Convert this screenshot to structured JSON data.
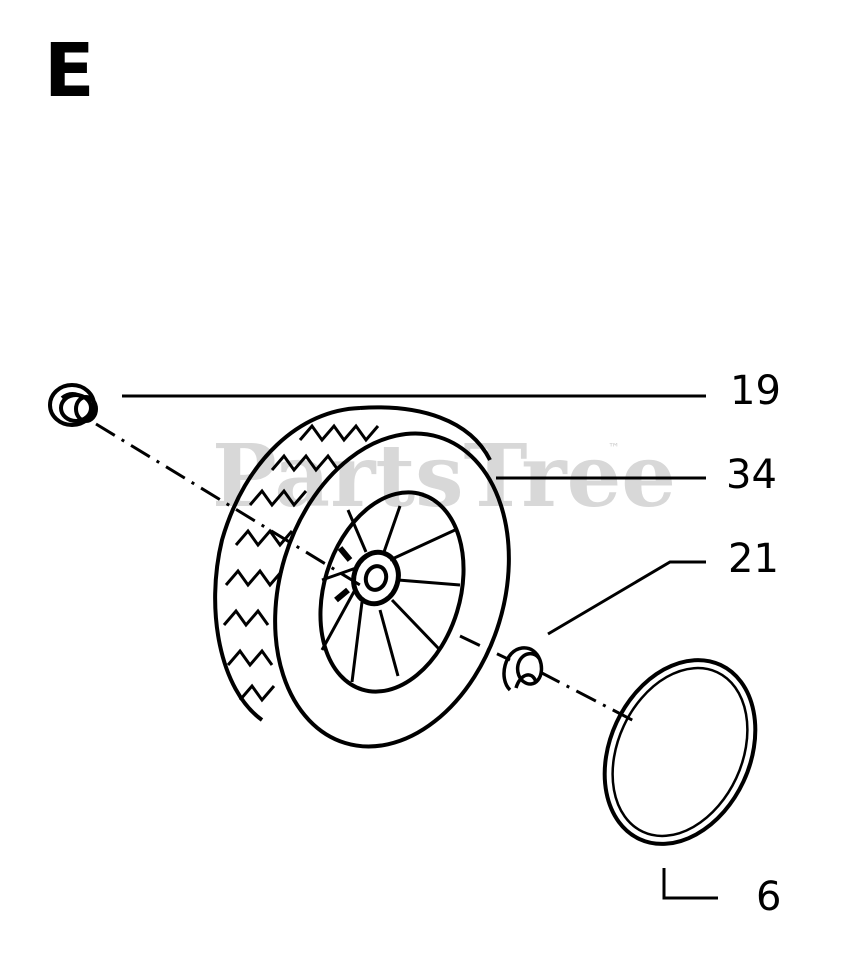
{
  "diagram": {
    "section_letter": "E",
    "watermark": "PartsTree",
    "watermark_tm": "™",
    "callouts": [
      {
        "number": "19",
        "part": "wheel-cap"
      },
      {
        "number": "34",
        "part": "wheel"
      },
      {
        "number": "21",
        "part": "spring-clip"
      },
      {
        "number": "6",
        "part": "hubcap-ring"
      }
    ]
  }
}
